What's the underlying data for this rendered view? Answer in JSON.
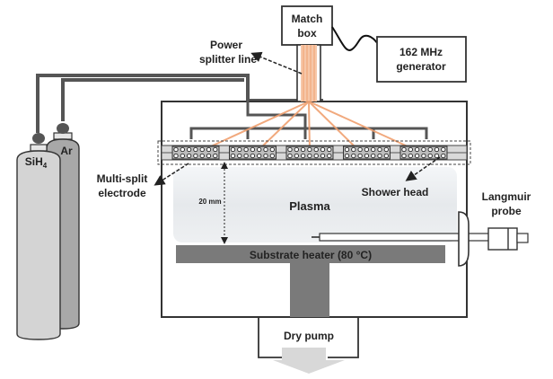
{
  "labels": {
    "match_box_line1": "Match",
    "match_box_line2": "box",
    "generator_line1": "162 MHz",
    "generator_line2": "generator",
    "power_splitter_line1": "Power",
    "power_splitter_line2": "splitter line",
    "gas_sih4": "SiH",
    "gas_sih4_sub": "4",
    "gas_ar": "Ar",
    "multi_split_line1": "Multi-split",
    "multi_split_line2": "electrode",
    "gap": "20 mm",
    "plasma": "Plasma",
    "shower_head": "Shower head",
    "langmuir_line1": "Langmuir",
    "langmuir_line2": "probe",
    "substrate_heater": "Substrate heater (80 °C)",
    "dry_pump": "Dry pump"
  },
  "colors": {
    "rf_line": "#f0a070",
    "rf_bundle": "#f6c7a8",
    "heater": "#7a7a7a",
    "cylinder_sih4": "#d4d4d4",
    "cylinder_ar": "#a8a8a8",
    "outline": "#333333",
    "pipe": "#555555"
  },
  "electrode_segments": 5
}
